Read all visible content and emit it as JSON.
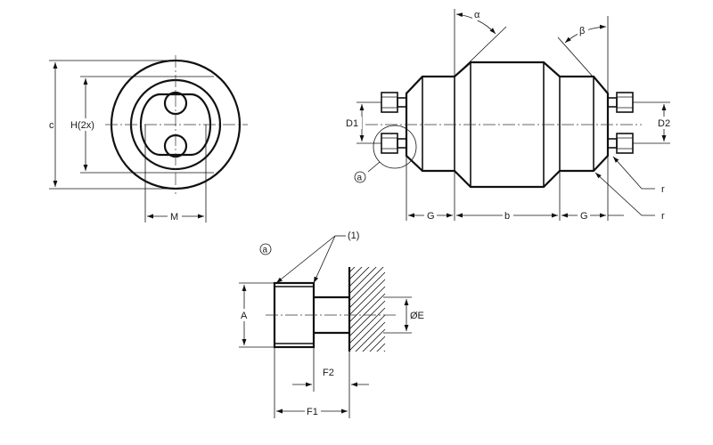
{
  "labels": {
    "c": "c",
    "h2x": "H(2x)",
    "m": "M",
    "alpha": "α",
    "beta": "β",
    "d1": "D1",
    "d2": "D2",
    "detail_ref": "a",
    "g_left": "G",
    "b": "b",
    "g_right": "G",
    "r_upper": "r",
    "r_lower": "r",
    "detail_title": "a",
    "callout_1": "(1)",
    "a": "A",
    "diam_e": "ØE",
    "f2": "F2",
    "f1": "F1"
  }
}
